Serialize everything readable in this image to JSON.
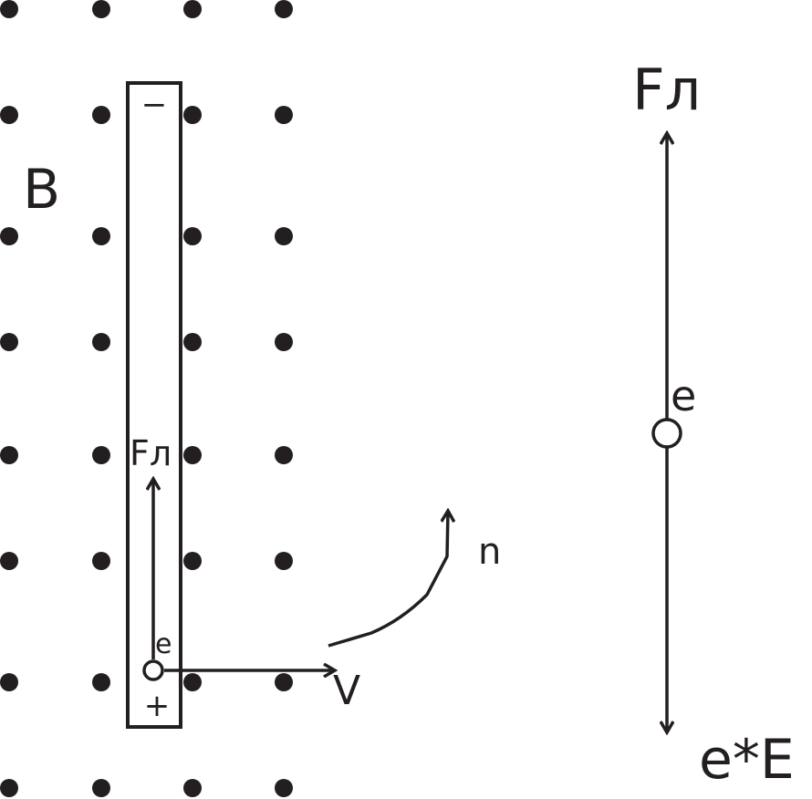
{
  "colors": {
    "ink": "#231f20",
    "background": "#ffffff"
  },
  "field": {
    "label": "B"
  },
  "conductor": {
    "top_sign": "−",
    "bottom_sign": "+"
  },
  "left_particle": {
    "label": "e",
    "force_label": "Fл",
    "velocity_label": "V"
  },
  "normal": {
    "label": "n"
  },
  "right_particle": {
    "label": "e",
    "lorentz_label": "Fл",
    "electric_label": "e*E"
  }
}
